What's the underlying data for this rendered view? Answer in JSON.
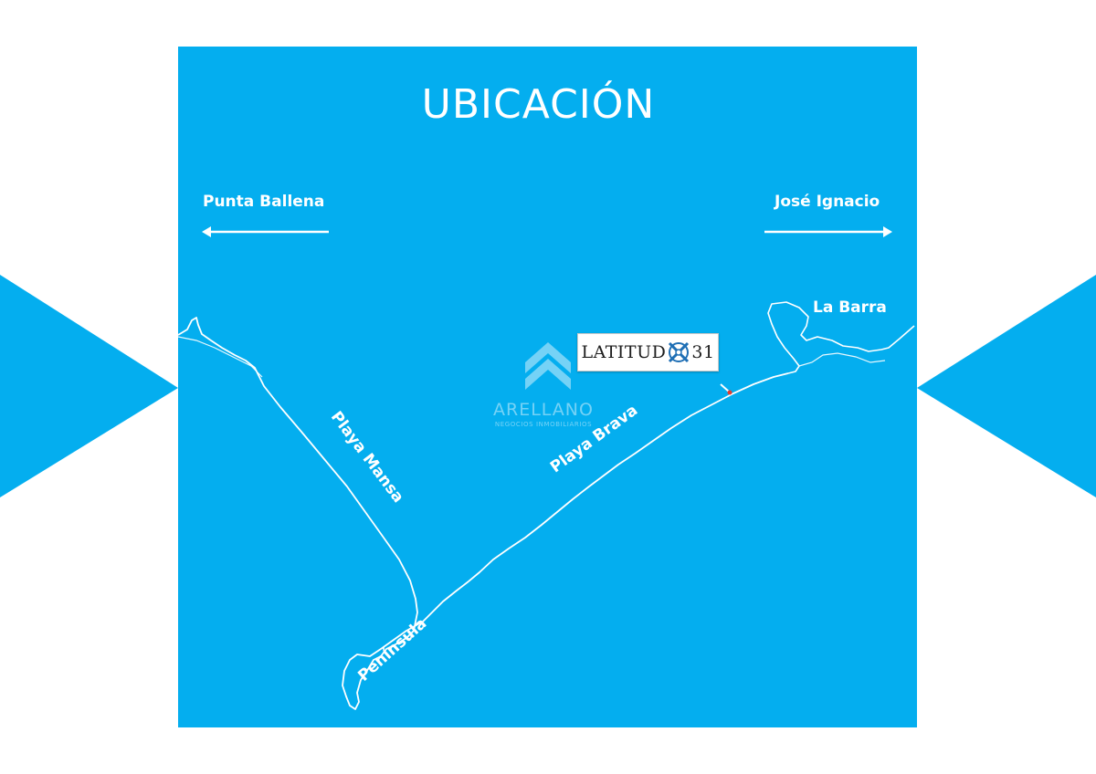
{
  "page": {
    "title": "UBICACIÓN"
  },
  "directions": {
    "left": "Punta Ballena",
    "right": "José Ignacio"
  },
  "places": {
    "la_barra": "La Barra",
    "playa_mansa": "Playa Mansa",
    "playa_brava": "Playa Brava",
    "peninsula": "Península"
  },
  "brand": {
    "part1": "LATITUD",
    "part2": "31"
  },
  "watermark": {
    "name": "ARELLANO",
    "subtitle": "NEGOCIOS INMOBILIARIOS"
  },
  "colors": {
    "ocean": "#04aeef",
    "coastline": "#ffffff",
    "background": "#ffffff",
    "brand_emblem": "#1f6fb5"
  },
  "icons": {
    "left_arrow": "arrow-left-icon",
    "right_arrow": "arrow-right-icon",
    "location_pin": "location-pin-icon",
    "watermark_logo": "chevron-stack-logo"
  }
}
